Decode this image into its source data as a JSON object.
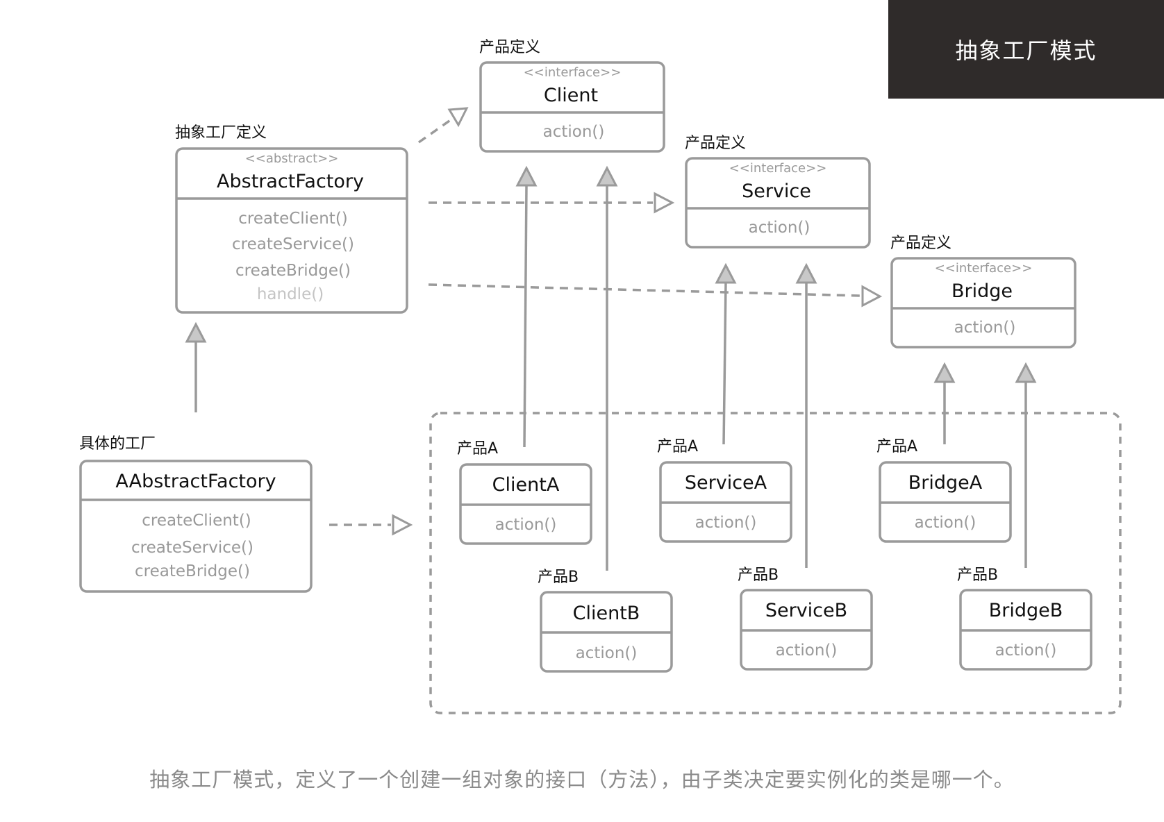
{
  "title": "抽象工厂模式",
  "caption": "抽象工厂模式，定义了一个创建一组对象的接口（方法），由子类决定要实例化的类是哪一个。",
  "classes": {
    "client": {
      "label": "产品定义",
      "stereotype": "<<interface>>",
      "name": "Client",
      "methods": [
        "action()"
      ]
    },
    "service": {
      "label": "产品定义",
      "stereotype": "<<interface>>",
      "name": "Service",
      "methods": [
        "action()"
      ]
    },
    "bridge": {
      "label": "产品定义",
      "stereotype": "<<interface>>",
      "name": "Bridge",
      "methods": [
        "action()"
      ]
    },
    "abstract_factory": {
      "label": "抽象工厂定义",
      "stereotype": "<<abstract>>",
      "name": "AbstractFactory",
      "methods": [
        "createClient()",
        "createService()",
        "createBridge()",
        "handle()"
      ]
    },
    "concrete_factory": {
      "label": "具体的工厂",
      "name": "AAbstractFactory",
      "methods": [
        "createClient()",
        "createService()",
        "createBridge()"
      ]
    },
    "client_a": {
      "label": "产品A",
      "name": "ClientA",
      "methods": [
        "action()"
      ]
    },
    "client_b": {
      "label": "产品B",
      "name": "ClientB",
      "methods": [
        "action()"
      ]
    },
    "service_a": {
      "label": "产品A",
      "name": "ServiceA",
      "methods": [
        "action()"
      ]
    },
    "service_b": {
      "label": "产品B",
      "name": "ServiceB",
      "methods": [
        "action()"
      ]
    },
    "bridge_a": {
      "label": "产品A",
      "name": "BridgeA",
      "methods": [
        "action()"
      ]
    },
    "bridge_b": {
      "label": "产品B",
      "name": "BridgeB",
      "methods": [
        "action()"
      ]
    }
  },
  "relations": [
    {
      "from": "abstract_factory",
      "to": "client",
      "kind": "dependency"
    },
    {
      "from": "abstract_factory",
      "to": "service",
      "kind": "dependency"
    },
    {
      "from": "abstract_factory",
      "to": "bridge",
      "kind": "dependency"
    },
    {
      "from": "concrete_factory",
      "to": "abstract_factory",
      "kind": "inheritance"
    },
    {
      "from": "concrete_factory",
      "to": "products_group",
      "kind": "dependency"
    },
    {
      "from": "client_a",
      "to": "client",
      "kind": "inheritance"
    },
    {
      "from": "client_b",
      "to": "client",
      "kind": "inheritance"
    },
    {
      "from": "service_a",
      "to": "service",
      "kind": "inheritance"
    },
    {
      "from": "service_b",
      "to": "service",
      "kind": "inheritance"
    },
    {
      "from": "bridge_a",
      "to": "bridge",
      "kind": "inheritance"
    },
    {
      "from": "bridge_b",
      "to": "bridge",
      "kind": "inheritance"
    }
  ]
}
